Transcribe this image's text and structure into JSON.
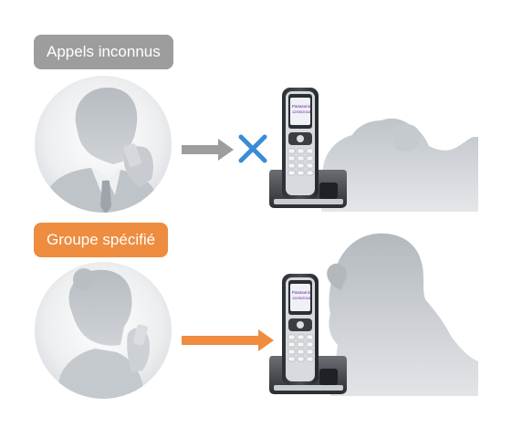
{
  "scenarios": [
    {
      "label": "Appels inconnus",
      "label_color": "#9d9d9d",
      "caller": "man-silhouette",
      "arrow_color": "#9d9d9d",
      "result": "blocked",
      "result_color": "#3b8bd6"
    },
    {
      "label": "Groupe spécifié",
      "label_color": "#ee8c3f",
      "caller": "woman-silhouette",
      "arrow_color": "#ee8c3f",
      "result": "delivered"
    }
  ],
  "phone": {
    "brand": "Panasonic",
    "screen_lines": [
      "Panasonic",
      "12/05/2018"
    ]
  }
}
